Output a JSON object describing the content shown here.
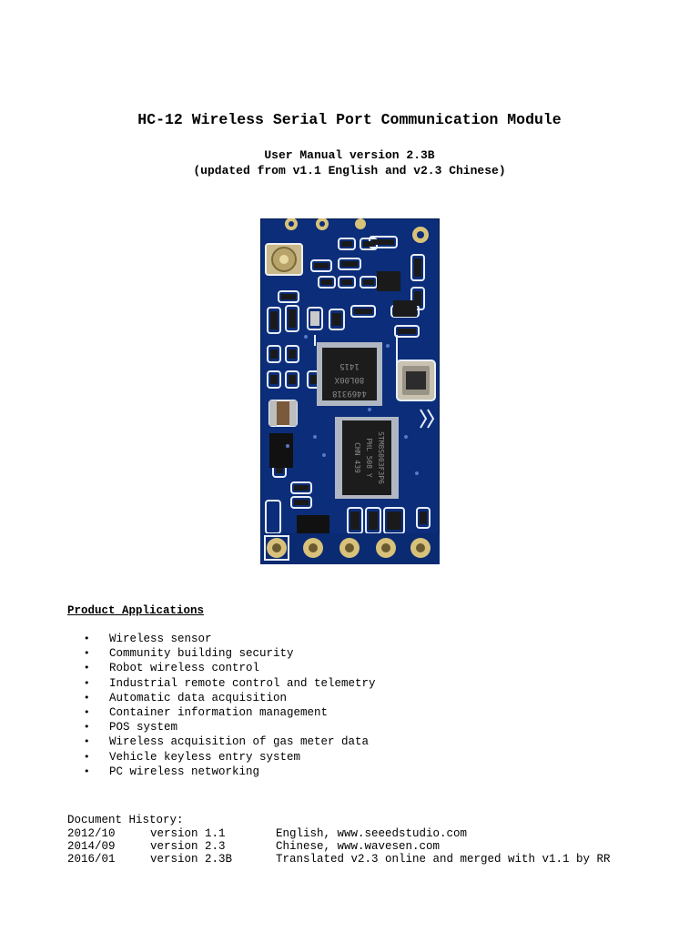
{
  "header": {
    "title": "HC-12 Wireless Serial Port Communication Module",
    "subtitle_line1": "User Manual version 2.3B",
    "subtitle_line2": "(updated from v1.1 English and v2.3 Chinese)"
  },
  "module_photo": {
    "chip_main_markings": [
      "4469318",
      "80L00X",
      "1415"
    ],
    "chip_mcu_markings": [
      "STM8S003F3P6",
      "PHL 508 Y",
      "CHN 439"
    ],
    "pcb_color": "#0b2d7a"
  },
  "applications": {
    "heading": "Product Applications",
    "items": [
      "Wireless sensor",
      "Community building security",
      "Robot wireless control",
      "Industrial remote control and telemetry",
      "Automatic data acquisition",
      "Container information management",
      "POS system",
      "Wireless acquisition of gas meter data",
      "Vehicle keyless entry system",
      "PC wireless networking"
    ]
  },
  "history": {
    "heading": "Document History:",
    "rows": [
      {
        "date": "2012/10",
        "version": "version 1.1",
        "note": "English, www.seeedstudio.com"
      },
      {
        "date": "2014/09",
        "version": "version 2.3",
        "note": "Chinese, www.wavesen.com"
      },
      {
        "date": "2016/01",
        "version": "version 2.3B",
        "note": "Translated v2.3 online and merged with v1.1 by RR"
      }
    ]
  }
}
